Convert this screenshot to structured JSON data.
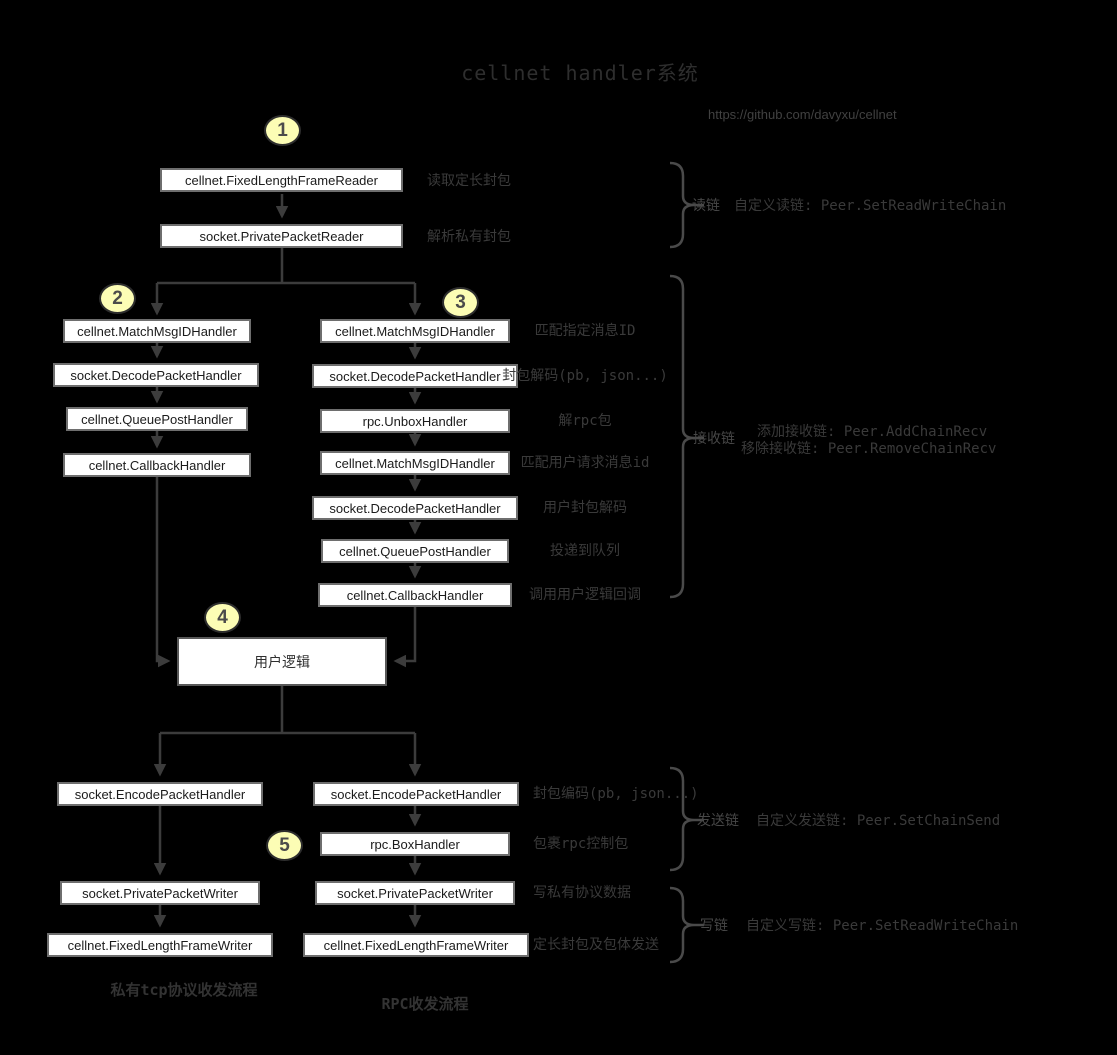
{
  "title": "cellnet handler系统",
  "link": "https://github.com/davyxu/cellnet",
  "badges": [
    "1",
    "2",
    "3",
    "4",
    "5"
  ],
  "read_flow": {
    "boxes": [
      "cellnet.FixedLengthFrameReader",
      "socket.PrivatePacketReader"
    ],
    "notes": [
      "读取定长封包",
      "解析私有封包"
    ]
  },
  "recv_left": {
    "boxes": [
      "cellnet.MatchMsgIDHandler",
      "socket.DecodePacketHandler",
      "cellnet.QueuePostHandler",
      "cellnet.CallbackHandler"
    ]
  },
  "recv_rpc": {
    "boxes": [
      "cellnet.MatchMsgIDHandler",
      "socket.DecodePacketHandler",
      "rpc.UnboxHandler",
      "cellnet.MatchMsgIDHandler",
      "socket.DecodePacketHandler",
      "cellnet.QueuePostHandler",
      "cellnet.CallbackHandler"
    ],
    "notes": [
      "匹配指定消息ID",
      "封包解码(pb, json...)",
      "解rpc包",
      "匹配用户请求消息id",
      "用户封包解码",
      "投递到队列",
      "调用用户逻辑回调"
    ]
  },
  "user_logic": "用户逻辑",
  "send_left": {
    "boxes": [
      "socket.EncodePacketHandler",
      "socket.PrivatePacketWriter",
      "cellnet.FixedLengthFrameWriter"
    ]
  },
  "send_rpc": {
    "boxes": [
      "socket.EncodePacketHandler",
      "rpc.BoxHandler",
      "socket.PrivatePacketWriter",
      "cellnet.FixedLengthFrameWriter"
    ],
    "notes": [
      "封包编码(pb, json...)",
      "包裹rpc控制包",
      "写私有协议数据",
      "定长封包及包体发送"
    ]
  },
  "chains": {
    "read": {
      "name": "读链",
      "note": "自定义读链: Peer.SetReadWriteChain"
    },
    "recv": {
      "name": "接收链",
      "note1": "添加接收链: Peer.AddChainRecv",
      "note2": "移除接收链: Peer.RemoveChainRecv"
    },
    "send": {
      "name": "发送链",
      "note": "自定义发送链: Peer.SetChainSend"
    },
    "write": {
      "name": "写链",
      "note": "自定义写链: Peer.SetReadWriteChain"
    }
  },
  "captions": {
    "tcp": "私有tcp协议收发流程",
    "rpc": "RPC收发流程"
  },
  "colors": {
    "background": "#000000",
    "node_fill": "#ffffff",
    "node_border": "#6e6e6e",
    "node_text": "#1b1b1b",
    "connector": "#3c3c3c",
    "brace": "#4a4a4a",
    "badge_fill": "#fcfdb5",
    "badge_border": "#2d2d2d",
    "annotation_text": "#3a3a3a"
  }
}
